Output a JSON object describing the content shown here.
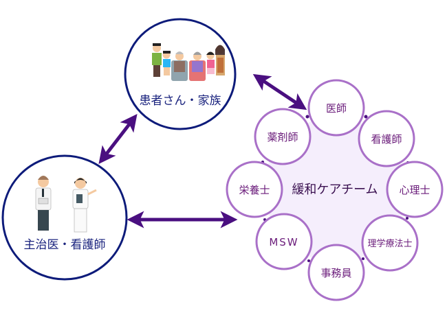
{
  "title": "緩和ケアチーム連携図",
  "colors": {
    "big_circle_stroke": "#0d1b7a",
    "member_circle_stroke": "#a970c8",
    "team_fill": "#f5eefc",
    "arrow": "#4a0f80",
    "member_text": "#6a1b7a",
    "big_text": "#1a237e"
  },
  "nodes": {
    "patient_family": {
      "label": "患者さん・家族",
      "icon": "family-with-wheelchairs-illustration"
    },
    "doctor_nurse": {
      "label": "主治医・看護師",
      "icon": "doctor-and-nurse-illustration"
    }
  },
  "team": {
    "label": "緩和ケアチーム",
    "members": [
      {
        "label": "医師"
      },
      {
        "label": "看護師"
      },
      {
        "label": "心理士"
      },
      {
        "label": "理学療法士"
      },
      {
        "label": "事務員"
      },
      {
        "label": "MSW"
      },
      {
        "label": "栄養士"
      },
      {
        "label": "薬剤師"
      }
    ]
  },
  "connections": [
    {
      "from": "patient_family",
      "to": "team",
      "type": "bidirectional"
    },
    {
      "from": "patient_family",
      "to": "doctor_nurse",
      "type": "bidirectional"
    },
    {
      "from": "doctor_nurse",
      "to": "team",
      "type": "bidirectional"
    }
  ]
}
